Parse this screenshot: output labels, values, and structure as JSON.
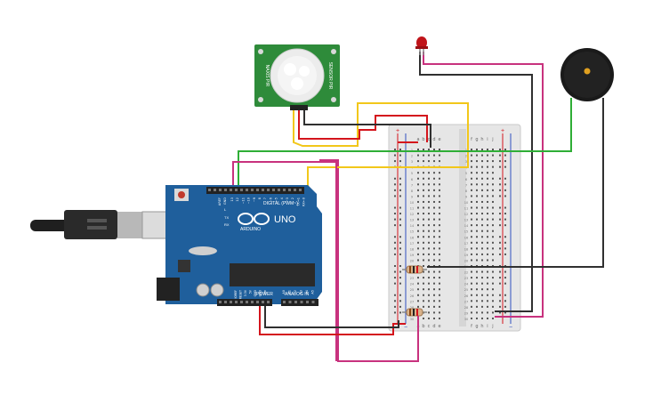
{
  "arduino": {
    "model": "UNO",
    "logo_text": "ARDUINO",
    "digital_label": "DIGITAL (PWM~)",
    "power_label": "POWER",
    "analog_label": "ANALOG IN",
    "aref": "AREF",
    "gnd": "GND",
    "tx": "TX",
    "rx": "RX",
    "led_l": "L",
    "ioref": "IOREF",
    "reset": "RESET",
    "v33": "3.3V",
    "v5": "5V",
    "vin": "Vin",
    "a_pins": [
      "A0",
      "A1",
      "A2",
      "A3",
      "A4",
      "A5"
    ],
    "d_pins": [
      "13",
      "12",
      "~11",
      "~10",
      "~9",
      "8",
      "7",
      "~6",
      "~5",
      "4",
      "~3",
      "2",
      "TX→1",
      "RX←0"
    ]
  },
  "pir": {
    "label_left": "NAXIS PIR",
    "label_right": "SENSOR PIR"
  },
  "breadboard": {
    "cols_top": [
      "a",
      "b",
      "c",
      "d",
      "e"
    ],
    "cols_bottom": [
      "f",
      "g",
      "h",
      "i",
      "j"
    ],
    "rows": [
      "1",
      "2",
      "3",
      "4",
      "5",
      "6",
      "7",
      "8",
      "9",
      "10",
      "11",
      "12",
      "13",
      "14",
      "15",
      "16",
      "17",
      "18",
      "19",
      "20",
      "21",
      "22",
      "23",
      "24",
      "25",
      "26",
      "27",
      "28",
      "29",
      "30"
    ],
    "plus": "+",
    "minus": "−"
  },
  "colors": {
    "arduino_blue": "#1f5f9c",
    "board_green": "#2e8b3a",
    "wire_red": "#d4141c",
    "wire_black": "#303030",
    "wire_yellow": "#f2c71a",
    "wire_green": "#2fae36",
    "wire_magenta": "#c8327e",
    "led_red": "#c0141a"
  }
}
